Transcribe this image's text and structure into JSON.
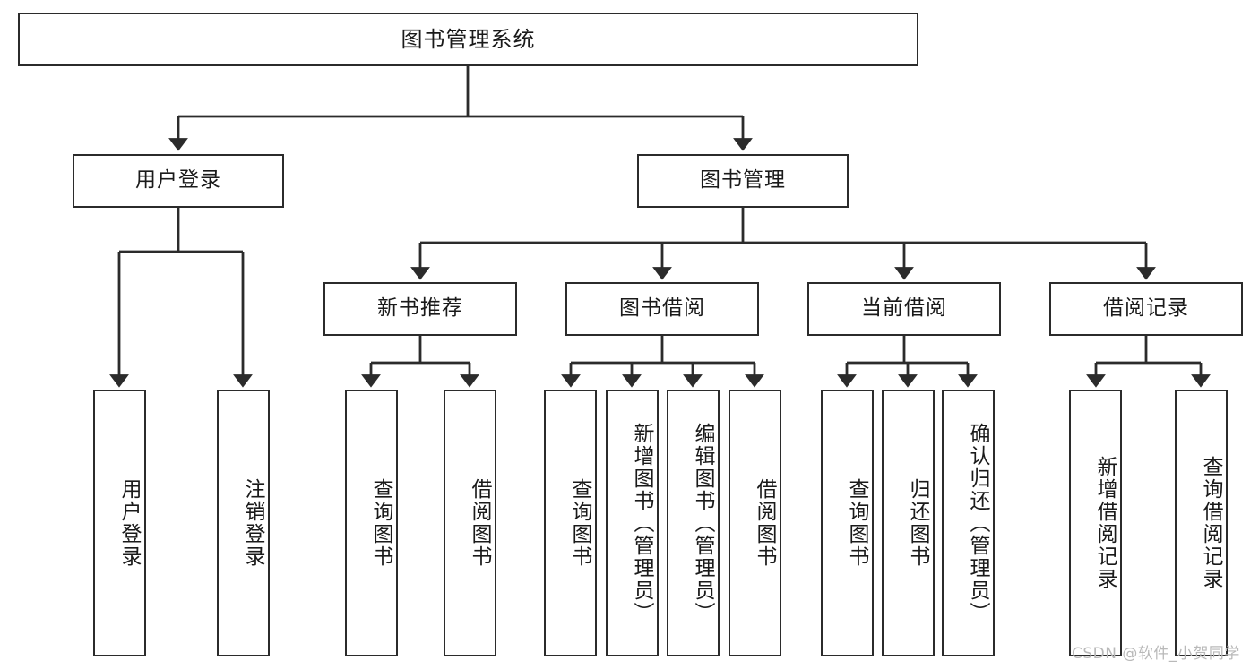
{
  "diagram": {
    "title": "图书管理系统",
    "type": "tree-hierarchy",
    "watermark": "CSDN @软件_小贺同学",
    "colors": {
      "stroke": "#2b2b2b",
      "fill": "#ffffff",
      "text": "#1a1a1a",
      "watermark": "#b9b9b9"
    },
    "nodes": {
      "root": {
        "label": "图书管理系统"
      },
      "level1": [
        {
          "id": "user-login",
          "label": "用户登录"
        },
        {
          "id": "book-manage",
          "label": "图书管理"
        }
      ],
      "level2": [
        {
          "id": "new-book-recommend",
          "label": "新书推荐"
        },
        {
          "id": "book-borrow",
          "label": "图书借阅"
        },
        {
          "id": "current-borrow",
          "label": "当前借阅"
        },
        {
          "id": "borrow-record",
          "label": "借阅记录"
        }
      ],
      "leaves": {
        "user-login": [
          {
            "id": "leaf-user-login",
            "label": "用户登录"
          },
          {
            "id": "leaf-user-logout",
            "label": "注销登录"
          }
        ],
        "new-book-recommend": [
          {
            "id": "leaf-query-book-1",
            "label": "查询图书"
          },
          {
            "id": "leaf-borrow-book-1",
            "label": "借阅图书"
          }
        ],
        "book-borrow": [
          {
            "id": "leaf-query-book-2",
            "label": "查询图书"
          },
          {
            "id": "leaf-add-book",
            "label": "新增图书（管理员）"
          },
          {
            "id": "leaf-edit-book",
            "label": "编辑图书（管理员）"
          },
          {
            "id": "leaf-borrow-book-2",
            "label": "借阅图书"
          }
        ],
        "current-borrow": [
          {
            "id": "leaf-query-book-3",
            "label": "查询图书"
          },
          {
            "id": "leaf-return-book",
            "label": "归还图书"
          },
          {
            "id": "leaf-confirm-return",
            "label": "确认归还（管理员）"
          }
        ],
        "borrow-record": [
          {
            "id": "leaf-add-record",
            "label": "新增借阅记录"
          },
          {
            "id": "leaf-query-record",
            "label": "查询借阅记录"
          }
        ]
      }
    }
  }
}
